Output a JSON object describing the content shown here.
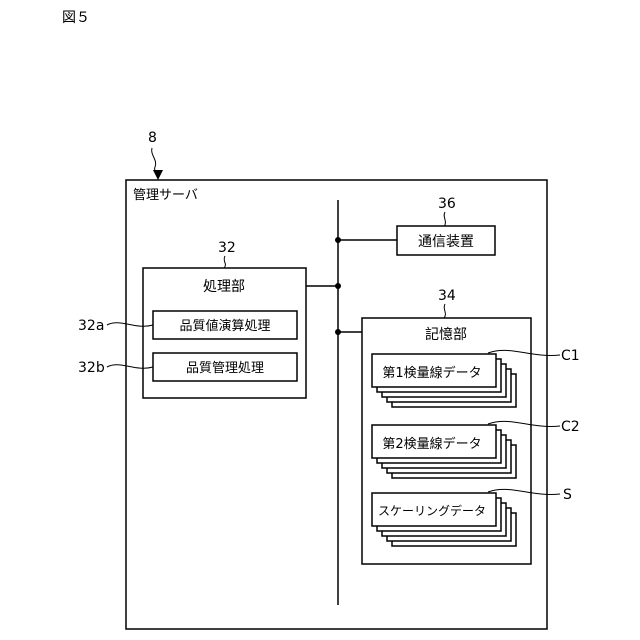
{
  "figure_label": "図５",
  "server": {
    "ref": "8",
    "label": "管理サーバ"
  },
  "processing": {
    "ref": "32",
    "label": "処理部",
    "items": [
      {
        "ref": "32a",
        "label": "品質値演算処理"
      },
      {
        "ref": "32b",
        "label": "品質管理処理"
      }
    ]
  },
  "communication": {
    "ref": "36",
    "label": "通信装置"
  },
  "storage": {
    "ref": "34",
    "label": "記憶部",
    "items": [
      {
        "ref": "C1",
        "label": "第1検量線データ"
      },
      {
        "ref": "C2",
        "label": "第2検量線データ"
      },
      {
        "ref": "S",
        "label": "スケーリングデータ"
      }
    ]
  }
}
